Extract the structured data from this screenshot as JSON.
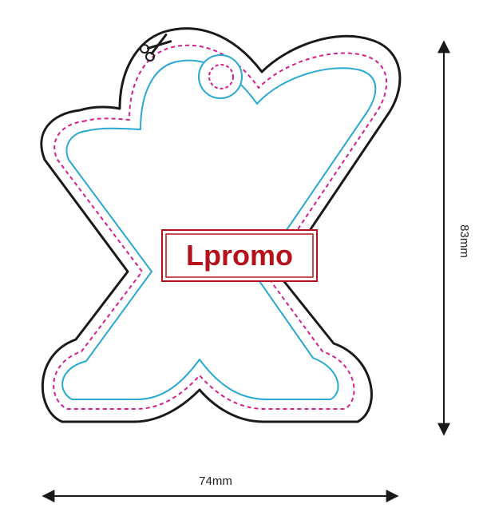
{
  "diagram": {
    "logo": {
      "text": "Lpromo",
      "color": "#b5121b"
    },
    "dimensions": {
      "width_label": "74mm",
      "height_label": "83mm"
    },
    "colors": {
      "cut_line": "#1a1a1a",
      "bleed_line": "#d41f8c",
      "safe_line": "#29a8d4"
    },
    "icons": [
      "scissors-icon"
    ]
  }
}
